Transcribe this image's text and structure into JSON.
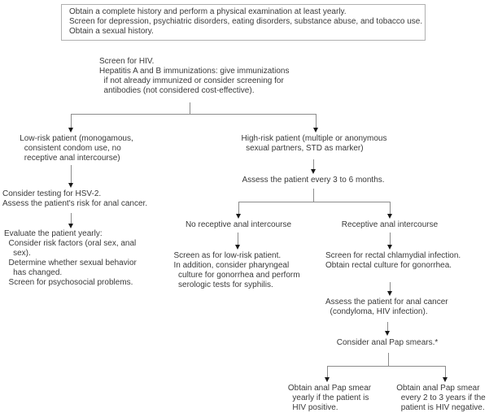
{
  "colors": {
    "background": "#ffffff",
    "text": "#3a3a3a",
    "connector_line": "#8c8c8c",
    "arrowhead": "#1a1a1a",
    "box_border": "#b0b0b0"
  },
  "nodes": {
    "top_box": "Obtain a complete history and perform a physical examination at least yearly.\nScreen for depression, psychiatric disorders, eating disorders, substance abuse, and tobacco use.\nObtain a sexual history.",
    "screen_hiv": "Screen for HIV.\nHepatitis A and B immunizations: give immunizations\n  if not already immunized or consider screening for\n  antibodies (not considered cost-effective).",
    "low_risk": "Low-risk patient (monogamous,\n  consistent condom use, no\n  receptive anal intercourse)",
    "high_risk": "High-risk patient (multiple or anonymous\n  sexual partners, STD as marker)",
    "hsv2": "Consider testing for HSV-2.\nAssess the patient's risk for anal cancer.",
    "evaluate_yearly": "Evaluate the patient yearly:\n  Consider risk factors (oral sex, anal\n    sex).\n  Determine whether sexual behavior\n    has changed.\n  Screen for psychosocial problems.",
    "assess_3_6": "Assess the patient every 3 to 6 months.",
    "no_receptive": "No receptive anal intercourse",
    "receptive": "Receptive anal intercourse",
    "screen_as_low_risk": "Screen as for low-risk patient.\nIn addition, consider pharyngeal\n  culture for gonorrhea and perform\n  serologic tests for syphilis.",
    "screen_rectal": "Screen for rectal chlamydial infection.\nObtain rectal culture for gonorrhea.",
    "assess_anal_cancer": "Assess the patient for anal cancer\n  (condyloma, HIV infection).",
    "consider_pap": "Consider anal Pap smears.*",
    "pap_yearly": "Obtain anal Pap smear\n  yearly if the patient is\n  HIV positive.",
    "pap_2_3_years": "Obtain anal Pap smear\n  every 2 to 3 years if the\n  patient is HIV negative."
  }
}
